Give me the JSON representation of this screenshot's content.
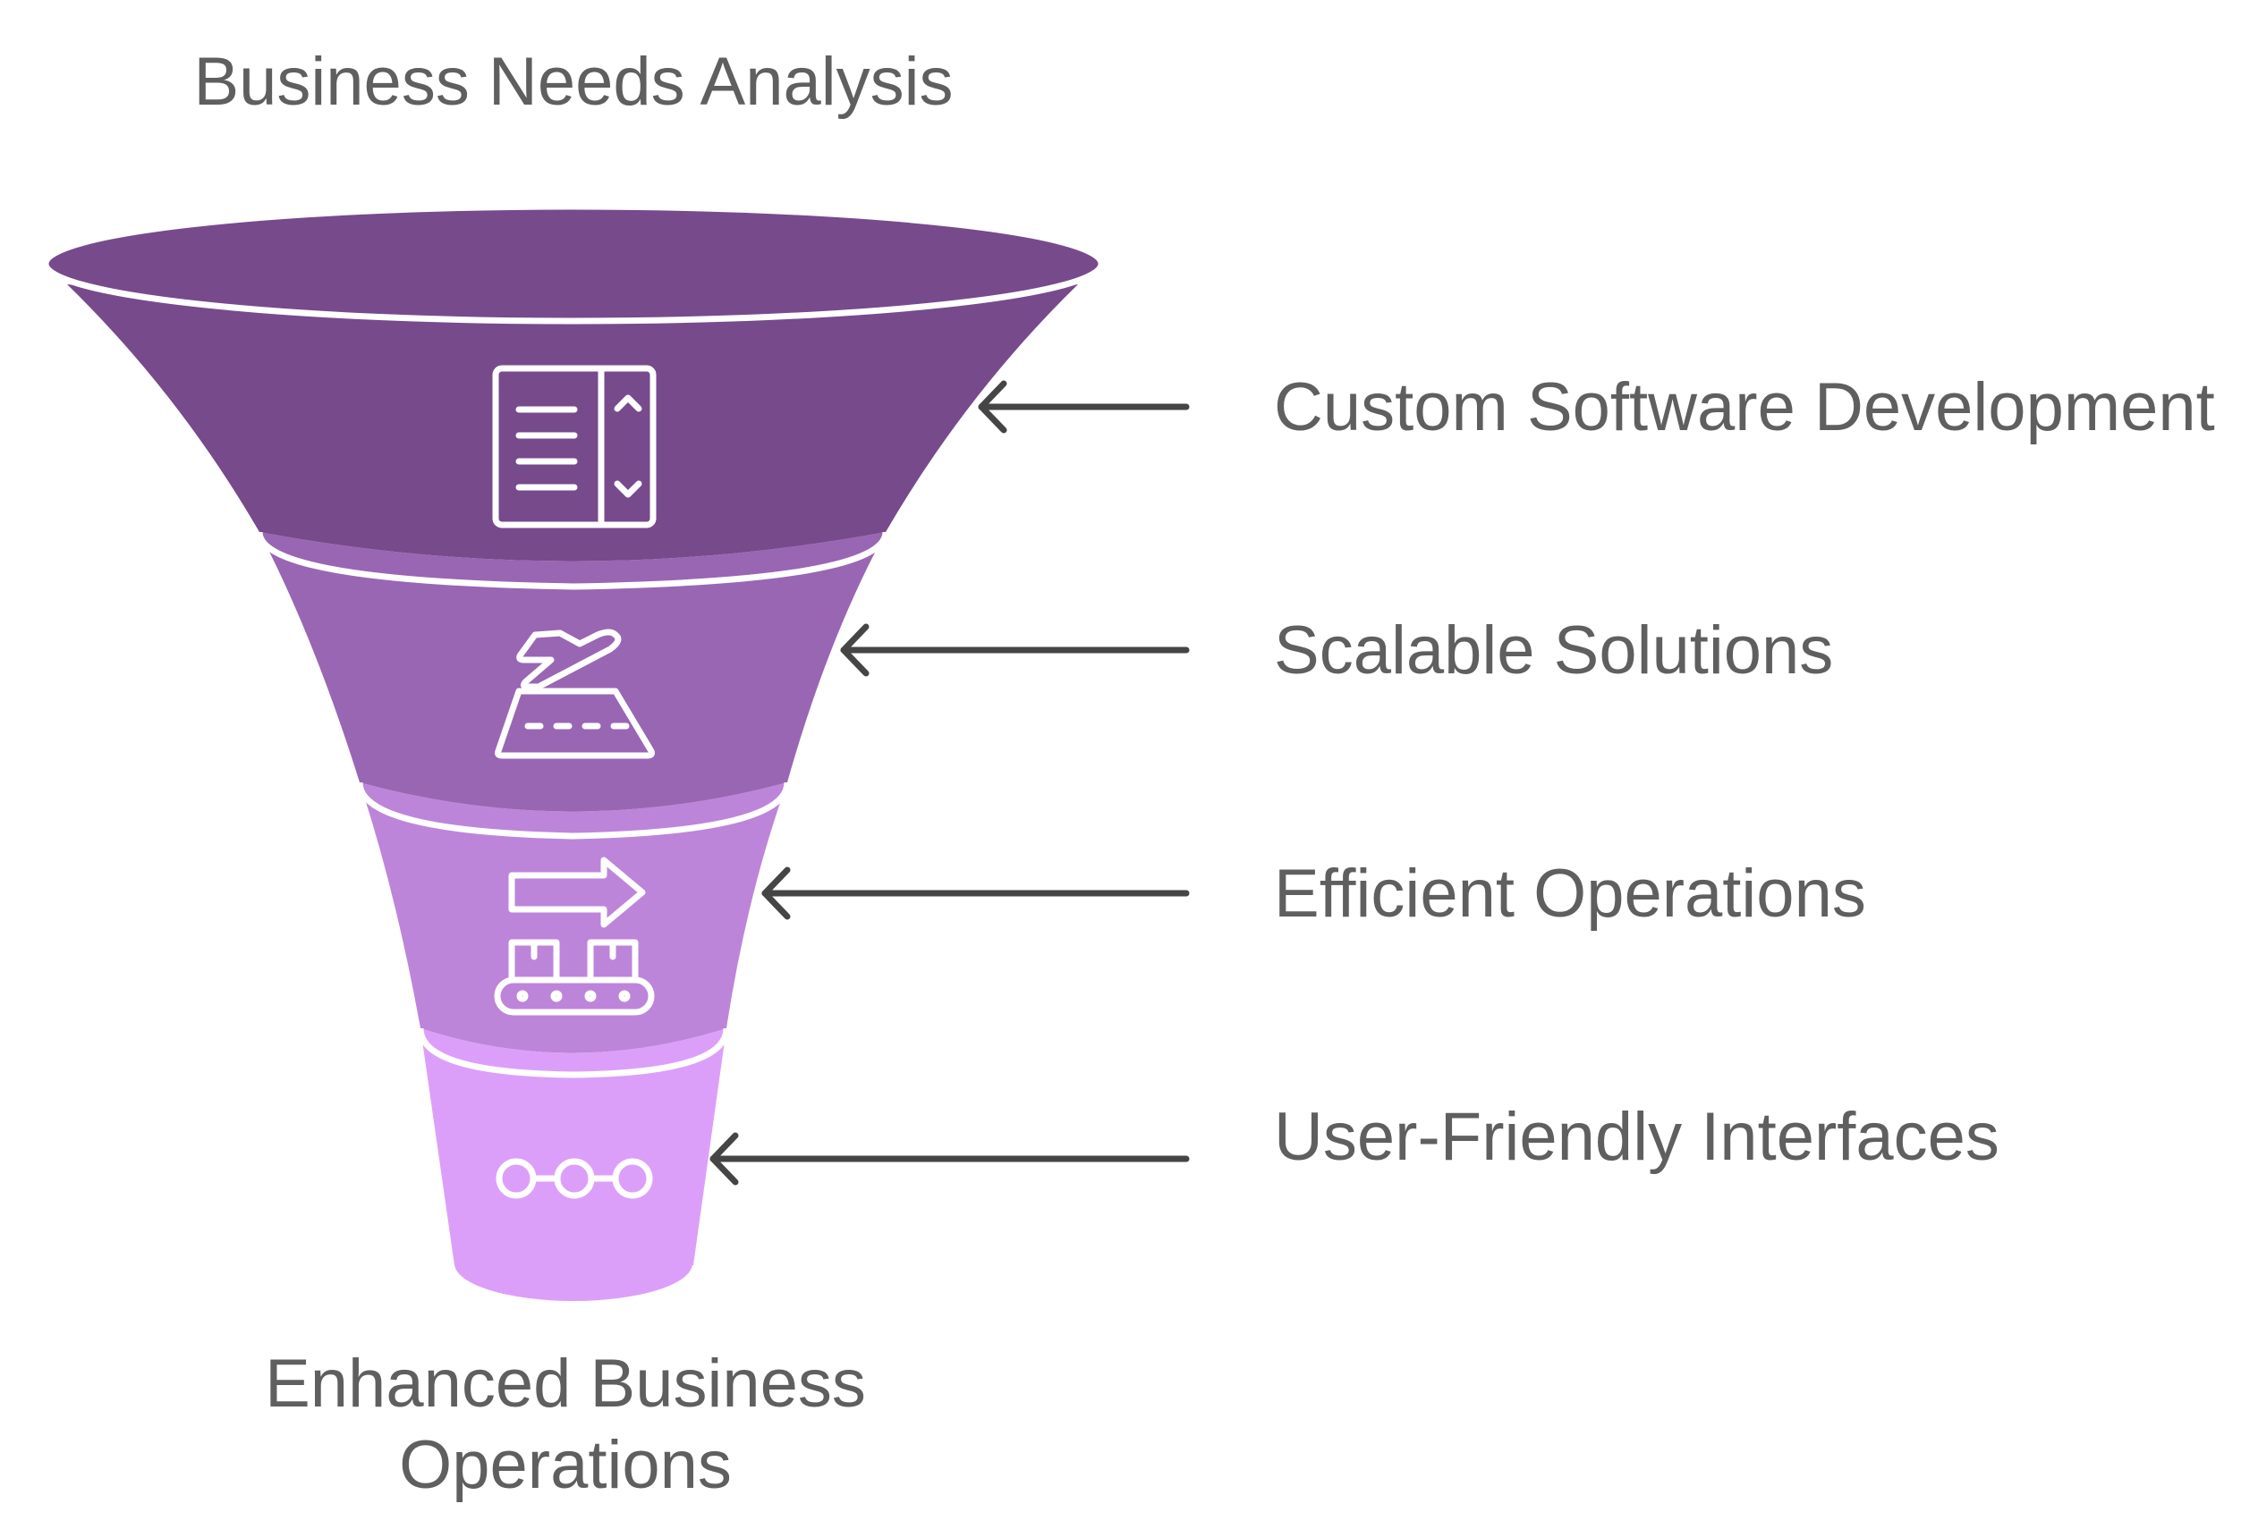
{
  "diagram": {
    "type": "funnel",
    "top_label": "Business Needs Analysis",
    "bottom_label_line1": "Enhanced Business",
    "bottom_label_line2": "Operations",
    "stages": [
      {
        "label": "Custom Software Development",
        "icon": "list-scroll-icon",
        "color": "#774a8c"
      },
      {
        "label": "Scalable Solutions",
        "icon": "airplane-landing-icon",
        "color": "#9966b3"
      },
      {
        "label": "Efficient Operations",
        "icon": "conveyor-arrow-icon",
        "color": "#bd85d9"
      },
      {
        "label": "User-Friendly Interfaces",
        "icon": "connected-dots-icon",
        "color": "#dc9ff9"
      }
    ],
    "arrow_color": "#454545",
    "text_color": "#5f5f5f"
  }
}
